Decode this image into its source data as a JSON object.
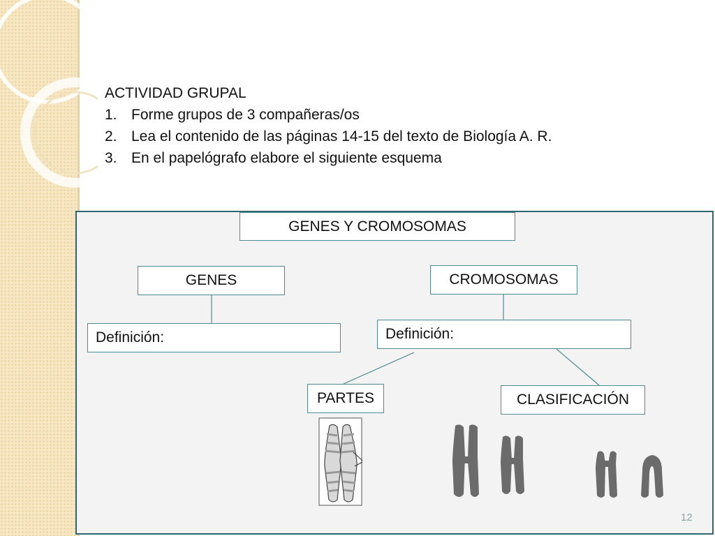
{
  "activity": {
    "heading": "ACTIVIDAD GRUPAL",
    "steps": [
      {
        "num": "1.",
        "text": "Forme grupos de 3 compañeras/os"
      },
      {
        "num": "2.",
        "text": "Lea el contenido de las páginas 14-15 del texto de Biología A. R."
      },
      {
        "num": "3.",
        "text": "En el papelógrafo elabore el siguiente esquema"
      }
    ]
  },
  "diagram": {
    "title": "GENES Y CROMOSOMAS",
    "genes": "GENES",
    "cromosomas": "CROMOSOMAS",
    "genes_definition": "Definición:",
    "cromosomas_definition": "Definición:",
    "partes": "PARTES",
    "clasificacion": "CLASIFICACIÓN"
  },
  "colors": {
    "accent": "#2f6670",
    "box_border": "#4f8a93",
    "sidebar": "#f6e6c2",
    "chromosome": "#6b6b6b"
  },
  "page_number": "12"
}
